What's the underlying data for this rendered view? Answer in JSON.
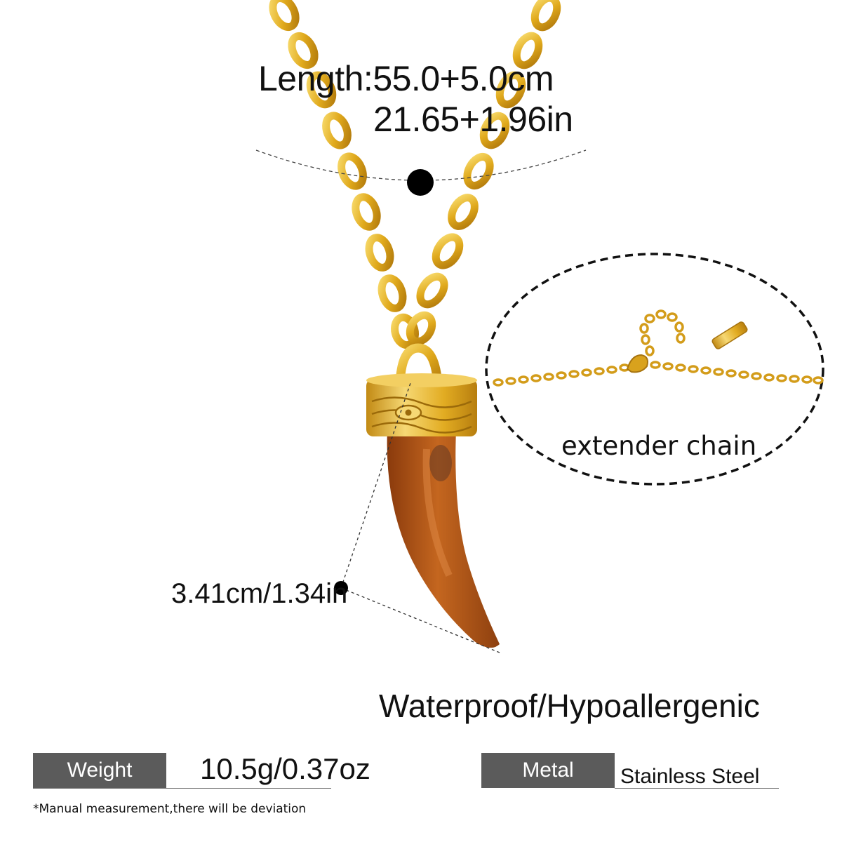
{
  "measurements": {
    "length_cm": "Length:55.0+5.0cm",
    "length_in": "21.65+1.96in",
    "pendant_size": "3.41cm/1.34in"
  },
  "detail": {
    "extender_label": "extender chain"
  },
  "features": "Waterproof/Hypoallergenic",
  "specs": {
    "weight_label": "Weight",
    "weight_value": "10.5g/0.37oz",
    "metal_label": "Metal",
    "metal_value": "Stainless Steel"
  },
  "disclaimer": "*Manual measurement,there will be deviation",
  "colors": {
    "gold": "#e0a91c",
    "horn": "#b5591a",
    "label_bg": "#5b5b5b"
  }
}
